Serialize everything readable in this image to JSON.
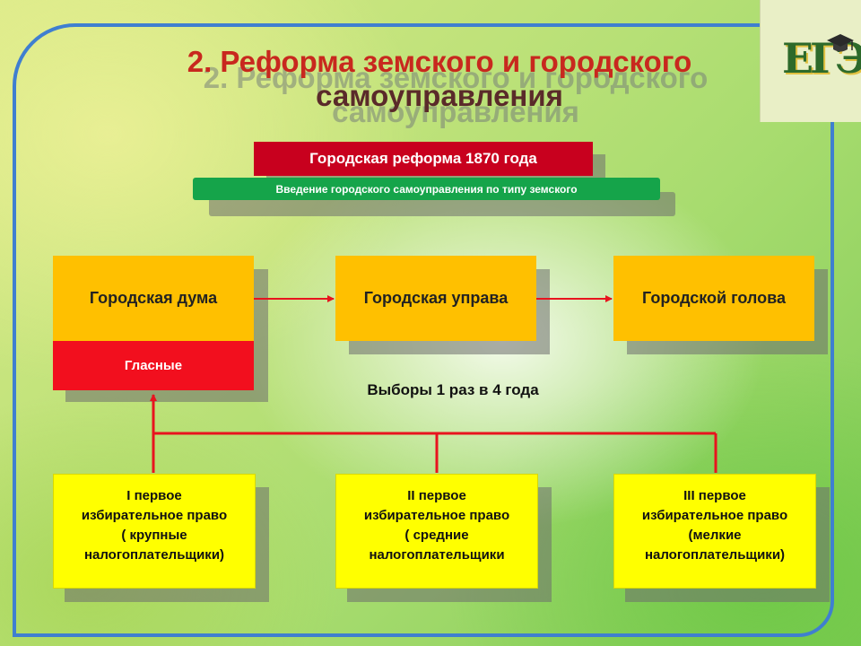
{
  "title": {
    "line1": "2. Реформа земского и городского",
    "line2": "самоуправления"
  },
  "logo": {
    "letters": "ЕГЭ",
    "icon": "graduation-cap-icon"
  },
  "reform_banner": "Городская реформа 1870 года",
  "subtitle_banner": "Введение городского самоуправления по типу земского",
  "bodies": {
    "duma": "Городская дума",
    "glasnye": "Гласные",
    "uprava": "Городская управа",
    "golova": "Городской голова"
  },
  "elections_label": "Выборы 1 раз в 4 года",
  "curiae": [
    {
      "line1": "I первое",
      "line2": "избирательное право",
      "line3": "( крупные",
      "line4": "налогоплательщики)"
    },
    {
      "line1": "II первое",
      "line2": "избирательное право",
      "line3": "( средние",
      "line4": "налогоплательщики"
    },
    {
      "line1": "III первое",
      "line2": "избирательное право",
      "line3": "(мелкие",
      "line4": "налогоплательщики)"
    }
  ],
  "colors": {
    "frame": "#3f7fd0",
    "title": "#c8281e",
    "banner_red": "#c8001e",
    "banner_green": "#15a44a",
    "orange_box": "#ffc000",
    "red_box": "#f20f1e",
    "yellow_box": "#ffff00",
    "connector": "#e8141e"
  }
}
